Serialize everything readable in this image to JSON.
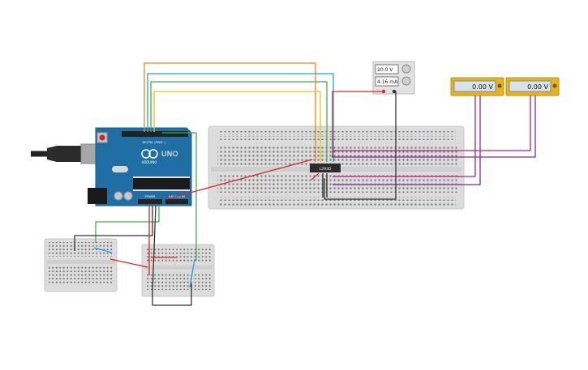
{
  "arduino": {
    "brand": "UNO",
    "maker": "ARDUINO",
    "header_digital": "DIGITAL (PWM~)",
    "header_power": "POWER",
    "header_analog": "ANALOG IN"
  },
  "power_supply": {
    "voltage": "20.0 V",
    "current": "4.16 mA"
  },
  "multimeters": [
    {
      "reading": "0.00 V"
    },
    {
      "reading": "0.00 V"
    }
  ],
  "chip": {
    "label": "L293D"
  },
  "colors": {
    "wire_orange": "#e08a1e",
    "wire_blue": "#2a9fd6",
    "wire_green": "#3fae4a",
    "wire_yellow": "#e6c619",
    "wire_red": "#d42a2a",
    "wire_black": "#333333",
    "wire_magenta": "#b0207f",
    "wire_purple": "#7b2d8e",
    "arduino_blue": "#1f6fa5",
    "meter_gold": "#e5b31b"
  }
}
